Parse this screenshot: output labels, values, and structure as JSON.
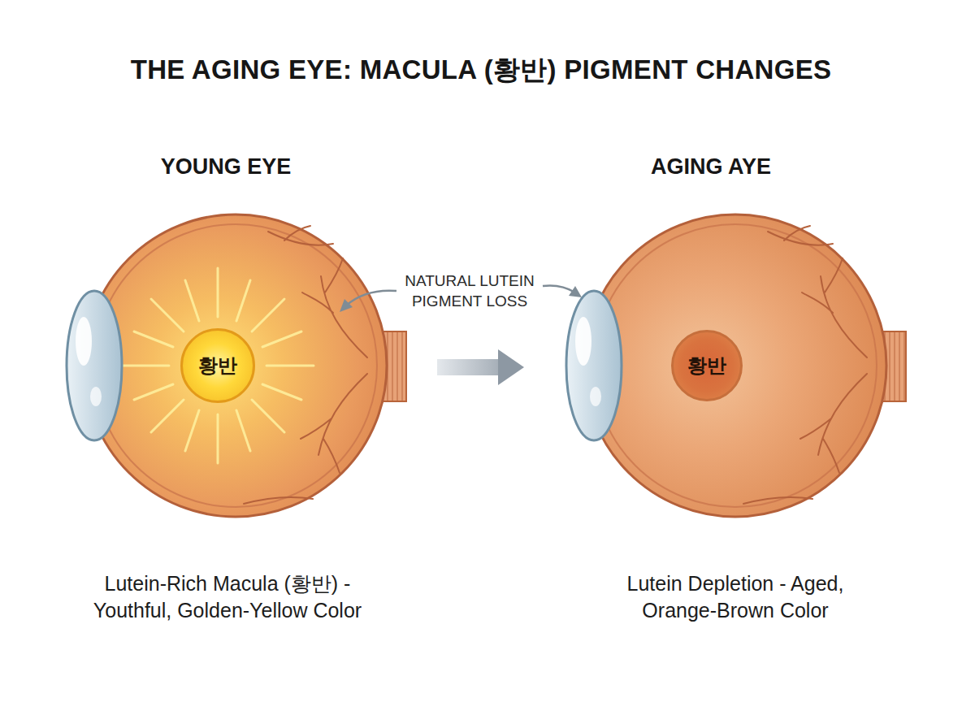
{
  "diagram": {
    "title": "THE AGING EYE: MACULA (황반) PIGMENT CHANGES",
    "nodes": [
      {
        "text": [
          "YOUNG EYE"
        ]
      },
      {
        "text": [
          "황반"
        ],
        "in": 0
      },
      {
        "text": [
          "AGING AYE"
        ]
      },
      {
        "text": [
          "황반"
        ],
        "in": 2
      }
    ],
    "edges": [
      {
        "from": 0,
        "to": 2,
        "arrow": "to"
      }
    ],
    "labels": [
      "NATURAL LUTEIN PIGMENT LOSS",
      "Lutein-Rich Macula (황반) - Youthful, Golden-Yellow Color",
      "Lutein Depletion - Aged, Orange-Brown Color"
    ]
  }
}
